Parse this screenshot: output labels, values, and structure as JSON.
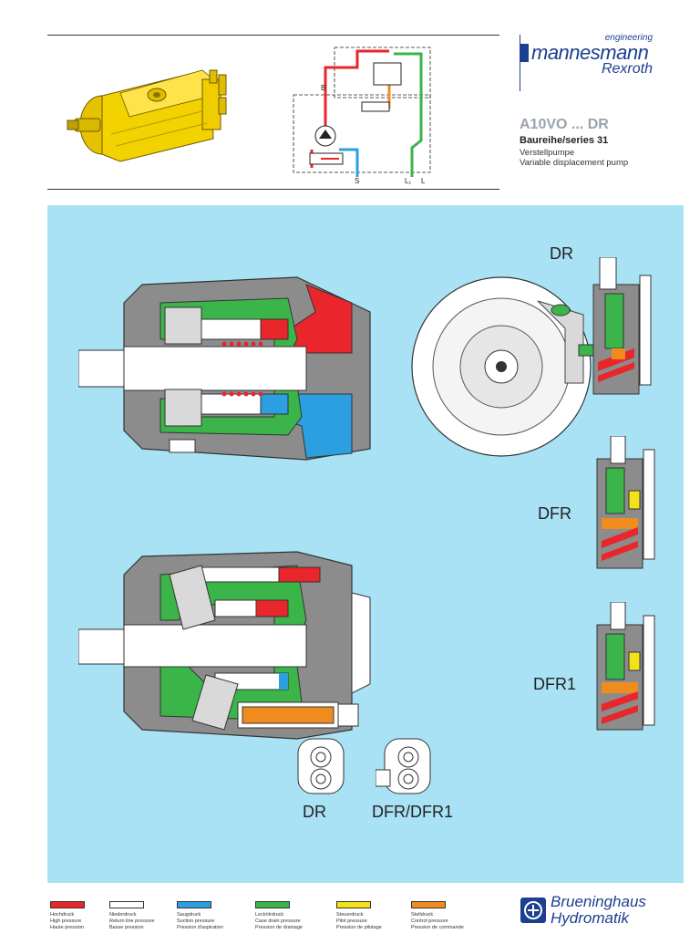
{
  "brand": {
    "engineering": "engineering",
    "mannesmann": "mannesmann",
    "rexroth": "Rexroth"
  },
  "product": {
    "title": "A10VO ... DR",
    "series": "Baureihe/series 31",
    "desc_de": "Verstellpumpe",
    "desc_en": "Variable displacement pump"
  },
  "schematic": {
    "port_b": "B",
    "port_s": "S",
    "port_l1": "L₁",
    "port_l": "L"
  },
  "labels": {
    "dr_top": "DR",
    "dfr": "DFR",
    "dfr1": "DFR1",
    "dr_bottom": "DR",
    "dfr_dfr1": "DFR/DFR1"
  },
  "colors": {
    "high": "#e8262b",
    "return": "#ffffff",
    "suction": "#2b9fe0",
    "drain": "#3bb54a",
    "pilot": "#f5e11a",
    "control": "#f08c1e",
    "panel": "#a9e2f5",
    "body": "#8c8c8c"
  },
  "legend": [
    {
      "de": "Hochdruck",
      "en": "High pressure",
      "fr": "Haute pression",
      "color": "#e8262b"
    },
    {
      "de": "Niederdruck",
      "en": "Return line pressure",
      "fr": "Basse pression",
      "color": "#ffffff"
    },
    {
      "de": "Saugdruck",
      "en": "Suction pressure",
      "fr": "Pression d'aspiration",
      "color": "#2b9fe0"
    },
    {
      "de": "Leckölrdruck",
      "en": "Case drain pressure",
      "fr": "Pression de drainage",
      "color": "#3bb54a"
    },
    {
      "de": "Steuerdruck",
      "en": "Pilot pressure",
      "fr": "Pression de pilotage",
      "color": "#f5e11a"
    },
    {
      "de": "Stelldruck",
      "en": "Control pressure",
      "fr": "Pression de commande",
      "color": "#f08c1e"
    }
  ],
  "footer_brand": {
    "line1": "Brueninghaus",
    "line2": "Hydromatik"
  }
}
